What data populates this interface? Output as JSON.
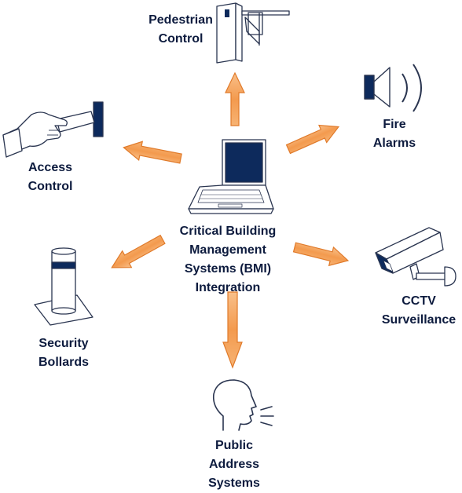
{
  "center": {
    "lines": [
      "Critical Building",
      "Management",
      "Systems (BMI)",
      "Integration"
    ]
  },
  "nodes": {
    "pedestrian": {
      "lines": [
        "Pedestrian",
        "Control"
      ]
    },
    "fire": {
      "lines": [
        "Fire",
        "Alarms"
      ]
    },
    "access": {
      "lines": [
        "Access",
        "Control"
      ]
    },
    "bollards": {
      "lines": [
        "Security",
        "Bollards"
      ]
    },
    "cctv": {
      "lines": [
        "CCTV",
        "Surveillance"
      ]
    },
    "pa": {
      "lines": [
        "Public",
        "Address",
        "Systems"
      ]
    }
  },
  "colors": {
    "navy": "#0d2a5c",
    "outline": "#2a3550",
    "arrow_fill": "#f5a25a",
    "arrow_stroke": "#e07a2a"
  }
}
